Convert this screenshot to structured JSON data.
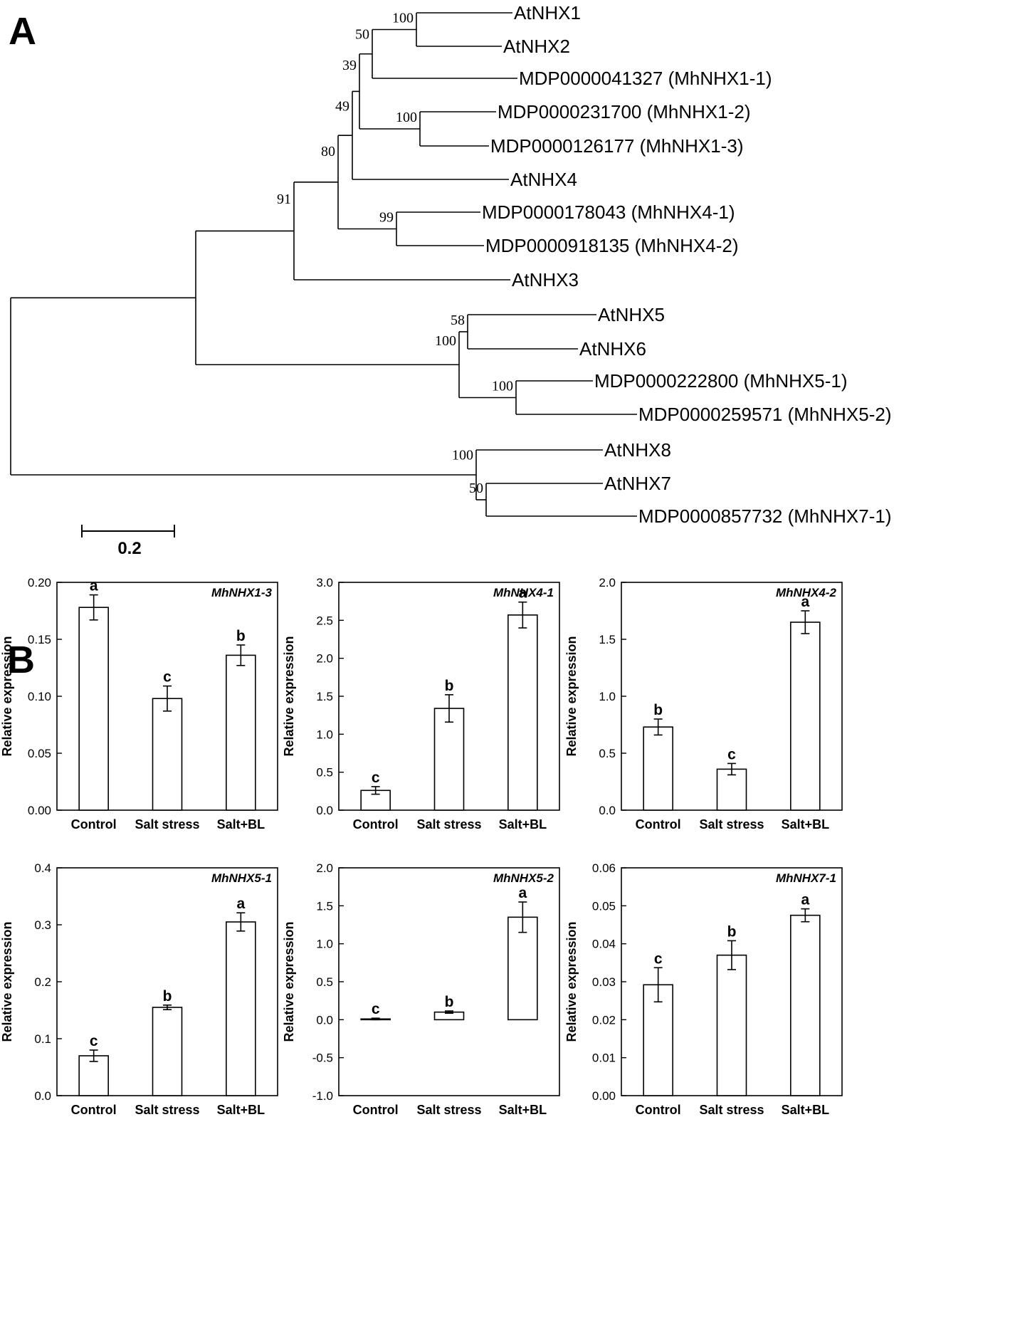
{
  "panel_labels": {
    "a": "A",
    "b": "B"
  },
  "tree": {
    "scale_bar_label": "0.2",
    "leaves": [
      {
        "id": "l1",
        "label": "AtNHX1"
      },
      {
        "id": "l2",
        "label": "AtNHX2"
      },
      {
        "id": "l3",
        "label": "MDP0000041327 (MhNHX1-1)"
      },
      {
        "id": "l4",
        "label": "MDP0000231700 (MhNHX1-2)"
      },
      {
        "id": "l5",
        "label": "MDP0000126177 (MhNHX1-3)"
      },
      {
        "id": "l6",
        "label": "AtNHX4"
      },
      {
        "id": "l7",
        "label": "MDP0000178043 (MhNHX4-1)"
      },
      {
        "id": "l8",
        "label": "MDP0000918135 (MhNHX4-2)"
      },
      {
        "id": "l9",
        "label": "AtNHX3"
      },
      {
        "id": "l10",
        "label": "AtNHX5"
      },
      {
        "id": "l11",
        "label": "AtNHX6"
      },
      {
        "id": "l12",
        "label": "MDP0000222800 (MhNHX5-1)"
      },
      {
        "id": "l13",
        "label": "MDP0000259571 (MhNHX5-2)"
      },
      {
        "id": "l14",
        "label": "AtNHX8"
      },
      {
        "id": "l15",
        "label": "AtNHX7"
      },
      {
        "id": "l16",
        "label": "MDP0000857732 (MhNHX7-1)"
      }
    ],
    "bootstrap": [
      {
        "node": "n12",
        "value": "100"
      },
      {
        "node": "n123",
        "value": "50"
      },
      {
        "node": "n1to5",
        "value": "39"
      },
      {
        "node": "n45",
        "value": "100"
      },
      {
        "node": "n1to6",
        "value": "49"
      },
      {
        "node": "n1to8",
        "value": "80"
      },
      {
        "node": "n78",
        "value": "99"
      },
      {
        "node": "n1to9",
        "value": "91"
      },
      {
        "node": "n1011",
        "value": "58"
      },
      {
        "node": "n10to13",
        "value": "100"
      },
      {
        "node": "n1213",
        "value": "100"
      },
      {
        "node": "n14to16",
        "value": "100"
      },
      {
        "node": "n1516",
        "value": "50"
      }
    ]
  },
  "chart_data": [
    {
      "type": "bar",
      "title": "MhNHX1-3",
      "ylabel": "Relative expression",
      "categories": [
        "Control",
        "Salt stress",
        "Salt+BL"
      ],
      "values": [
        0.178,
        0.098,
        0.136
      ],
      "errors": [
        0.011,
        0.011,
        0.009
      ],
      "letters": [
        "a",
        "c",
        "b"
      ],
      "ylim": [
        0,
        0.2
      ],
      "ticks": [
        "0.00",
        "0.05",
        "0.10",
        "0.15",
        "0.20"
      ]
    },
    {
      "type": "bar",
      "title": "MhNHX4-1",
      "ylabel": "Relative expression",
      "categories": [
        "Control",
        "Salt stress",
        "Salt+BL"
      ],
      "values": [
        0.26,
        1.34,
        2.57
      ],
      "errors": [
        0.05,
        0.18,
        0.17
      ],
      "letters": [
        "c",
        "b",
        "a"
      ],
      "ylim": [
        0,
        3.0
      ],
      "ticks": [
        "0.0",
        "0.5",
        "1.0",
        "1.5",
        "2.0",
        "2.5",
        "3.0"
      ]
    },
    {
      "type": "bar",
      "title": "MhNHX4-2",
      "ylabel": "Relative expression",
      "categories": [
        "Control",
        "Salt stress",
        "Salt+BL"
      ],
      "values": [
        0.73,
        0.36,
        1.65
      ],
      "errors": [
        0.07,
        0.05,
        0.1
      ],
      "letters": [
        "b",
        "c",
        "a"
      ],
      "ylim": [
        0,
        2.0
      ],
      "ticks": [
        "0.0",
        "0.5",
        "1.0",
        "1.5",
        "2.0"
      ]
    },
    {
      "type": "bar",
      "title": "MhNHX5-1",
      "ylabel": "Relative expression",
      "categories": [
        "Control",
        "Salt stress",
        "Salt+BL"
      ],
      "values": [
        0.07,
        0.155,
        0.305
      ],
      "errors": [
        0.01,
        0.004,
        0.016
      ],
      "letters": [
        "c",
        "b",
        "a"
      ],
      "ylim": [
        0,
        0.4
      ],
      "ticks": [
        "0.0",
        "0.1",
        "0.2",
        "0.3",
        "0.4"
      ]
    },
    {
      "type": "bar",
      "title": "MhNHX5-2",
      "ylabel": "Relative expression",
      "categories": [
        "Control",
        "Salt stress",
        "Salt+BL"
      ],
      "values": [
        0.01,
        0.1,
        1.35
      ],
      "errors": [
        0.01,
        0.015,
        0.2
      ],
      "letters": [
        "c",
        "b",
        "a"
      ],
      "ylim": [
        -1.0,
        2.0
      ],
      "ticks": [
        "-1.0",
        "-0.5",
        "0.0",
        "0.5",
        "1.0",
        "1.5",
        "2.0"
      ]
    },
    {
      "type": "bar",
      "title": "MhNHX7-1",
      "ylabel": "Relative expression",
      "categories": [
        "Control",
        "Salt stress",
        "Salt+BL"
      ],
      "values": [
        0.0292,
        0.037,
        0.0475
      ],
      "errors": [
        0.0045,
        0.0038,
        0.0017
      ],
      "letters": [
        "c",
        "b",
        "a"
      ],
      "ylim": [
        0,
        0.06
      ],
      "ticks": [
        "0.00",
        "0.01",
        "0.02",
        "0.03",
        "0.04",
        "0.05",
        "0.06"
      ]
    }
  ]
}
